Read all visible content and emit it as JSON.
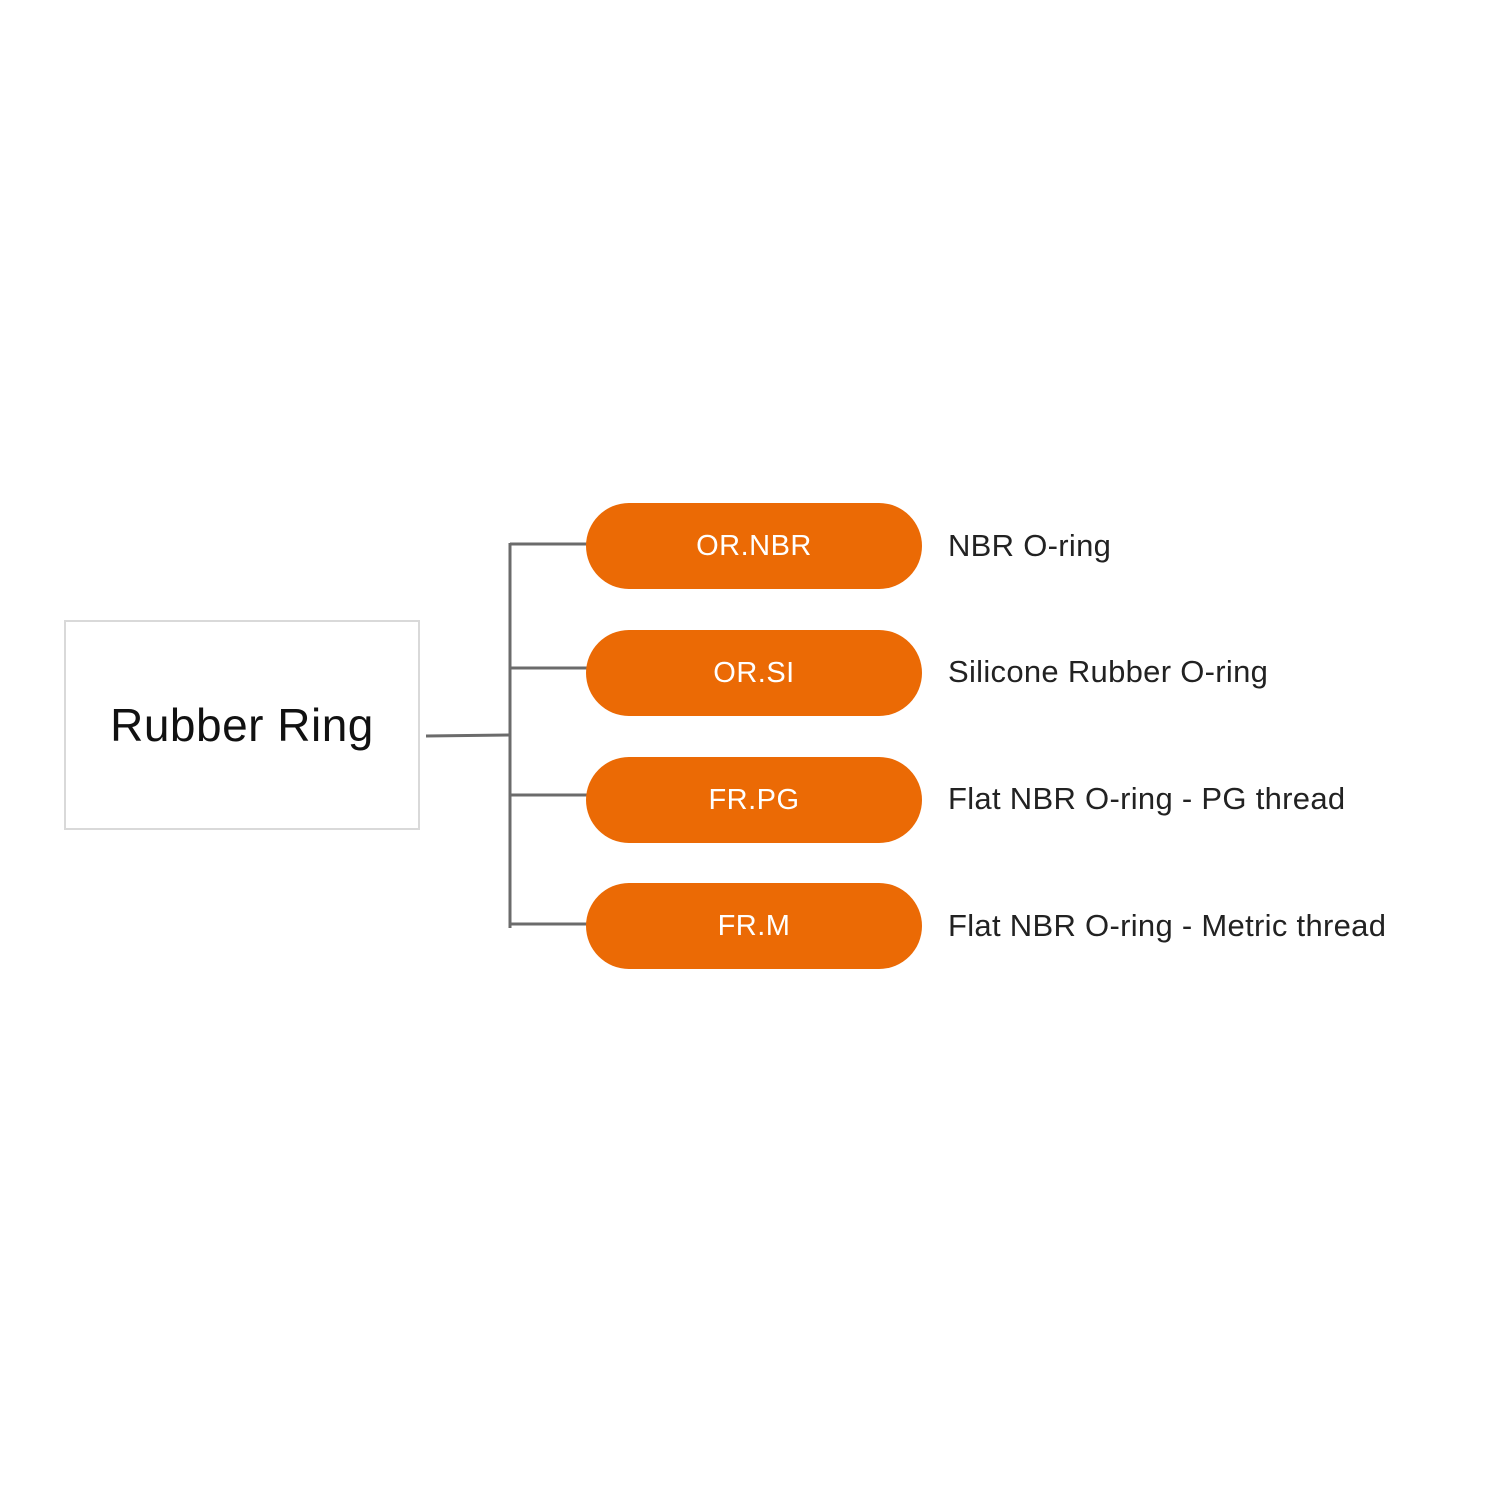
{
  "root": {
    "label": "Rubber Ring"
  },
  "colors": {
    "pill": "#eb6a05",
    "connector": "#6b6b6b",
    "root_border": "#d9d9d9"
  },
  "branches": [
    {
      "code": "OR.NBR",
      "description": "NBR O-ring"
    },
    {
      "code": "OR.SI",
      "description": "Silicone Rubber O-ring"
    },
    {
      "code": "FR.PG",
      "description": "Flat NBR O-ring - PG thread"
    },
    {
      "code": "FR.M",
      "description": "Flat NBR O-ring - Metric thread"
    }
  ]
}
